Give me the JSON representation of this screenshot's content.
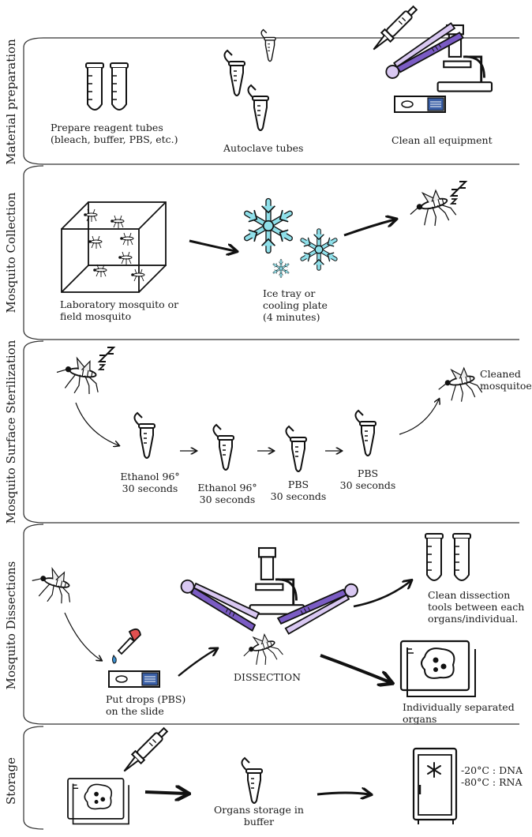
{
  "sections": [
    {
      "title": "Material preparation"
    },
    {
      "title": "Mosquito Collection"
    },
    {
      "title": "Mosquito Surface Sterilization"
    },
    {
      "title": "Mosquito Dissections"
    },
    {
      "title": "Storage"
    }
  ],
  "material": {
    "reagent_tubes": "Prepare reagent tubes\n(bleach, buffer, PBS, etc.)",
    "autoclave": "Autoclave tubes",
    "clean_equipment": "Clean all equipment"
  },
  "collection": {
    "cage": "Laboratory mosquito or\nfield mosquito",
    "ice": "Ice tray or\ncooling plate\n(4 minutes)"
  },
  "sterilization": {
    "steps": [
      {
        "label": "Ethanol 96°\n30 seconds"
      },
      {
        "label": "Ethanol 96°\n30 seconds"
      },
      {
        "label": "PBS\n30 seconds"
      },
      {
        "label": "PBS\n30 seconds"
      }
    ],
    "cleaned": "Cleaned\nmosquitoes"
  },
  "dissections": {
    "drops": "Put drops (PBS)\non the slide",
    "dissection": "DISSECTION",
    "clean_tools": "Clean dissection\ntools between each\norgans/individual.",
    "separated": "Individually separated\norgans"
  },
  "storage": {
    "buffer": "Organs storage in\nbuffer",
    "freezer": "-20°C : DNA\n-80°C : RNA"
  },
  "colors": {
    "ice": "#8fe0ea",
    "tweezer": "#7b5cc4",
    "tweezer_light": "#d9c8f2",
    "slide_label": "#3a5fa6"
  },
  "icons": [
    "reagent-tube-icon",
    "microcentrifuge-tube-icon",
    "pipette-icon",
    "microscope-icon",
    "tweezers-icon",
    "glass-slide-icon",
    "mosquito-icon",
    "cage-icon",
    "snowflake-icon",
    "sleep-icon",
    "dropper-icon",
    "petri-dish-icon",
    "freezer-icon"
  ]
}
